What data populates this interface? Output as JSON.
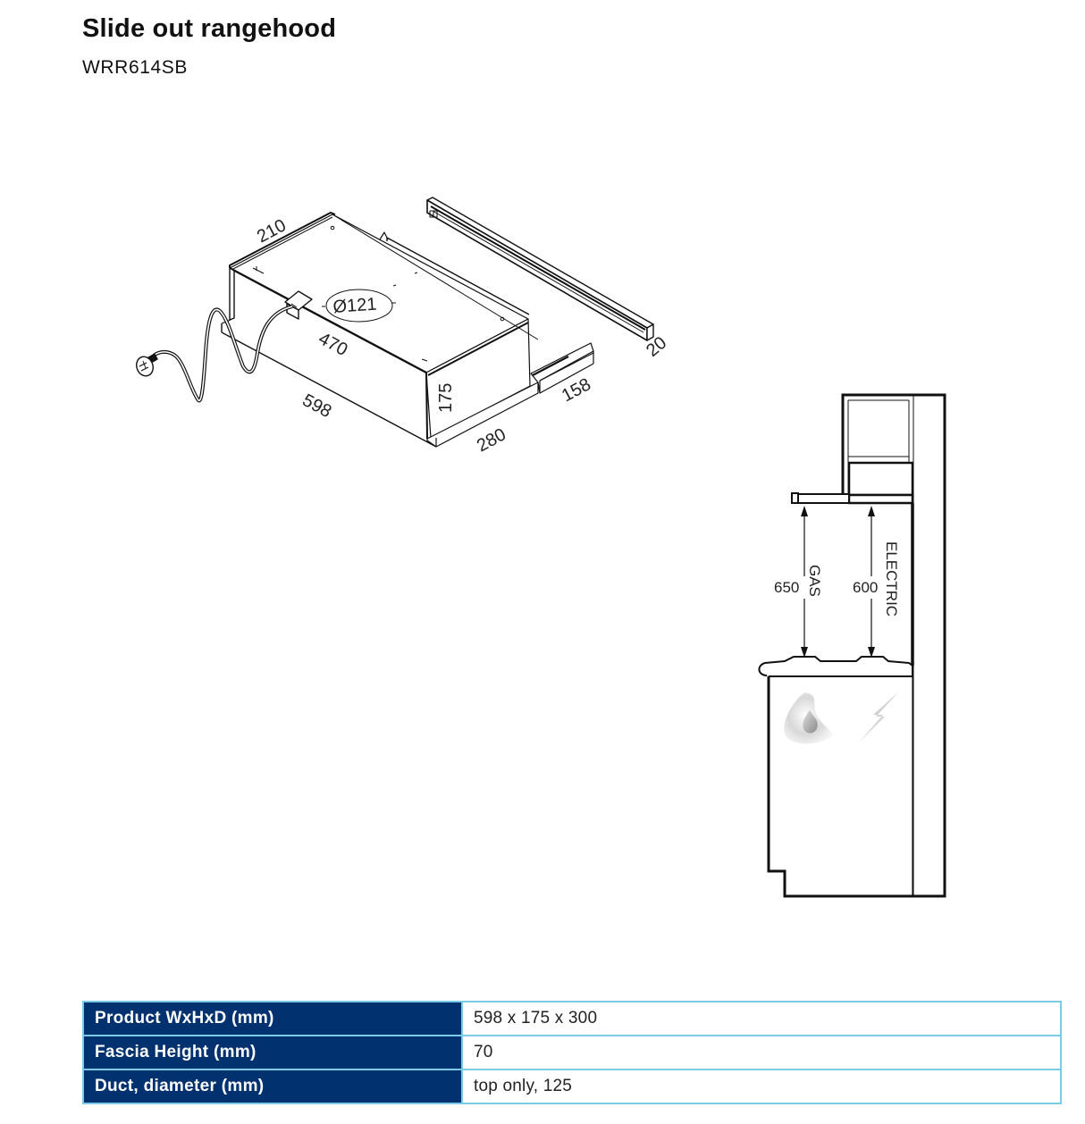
{
  "header": {
    "title": "Slide out rangehood",
    "model": "WRR614SB"
  },
  "iso_drawing": {
    "dimensions": {
      "depth_top": "210",
      "duct_diameter": "Ø121",
      "inner_width": "470",
      "width": "598",
      "height": "175",
      "tray_depth": "280",
      "extension": "158",
      "fascia_thickness": "20"
    }
  },
  "elevation_drawing": {
    "gas_label": "GAS",
    "gas_clearance": "650",
    "electric_label": "ELECTRIC",
    "electric_clearance": "600",
    "icons": [
      "gas-flame-icon",
      "electric-bolt-icon"
    ]
  },
  "specs": {
    "rows": [
      {
        "label": "Product WxHxD (mm)",
        "value": "598 x 175 x 300"
      },
      {
        "label": "Fascia Height (mm)",
        "value": "70"
      },
      {
        "label": "Duct, diameter (mm)",
        "value": "top only, 125"
      }
    ]
  },
  "colors": {
    "table_header_bg": "#023170",
    "table_border": "#7ccbe6"
  }
}
